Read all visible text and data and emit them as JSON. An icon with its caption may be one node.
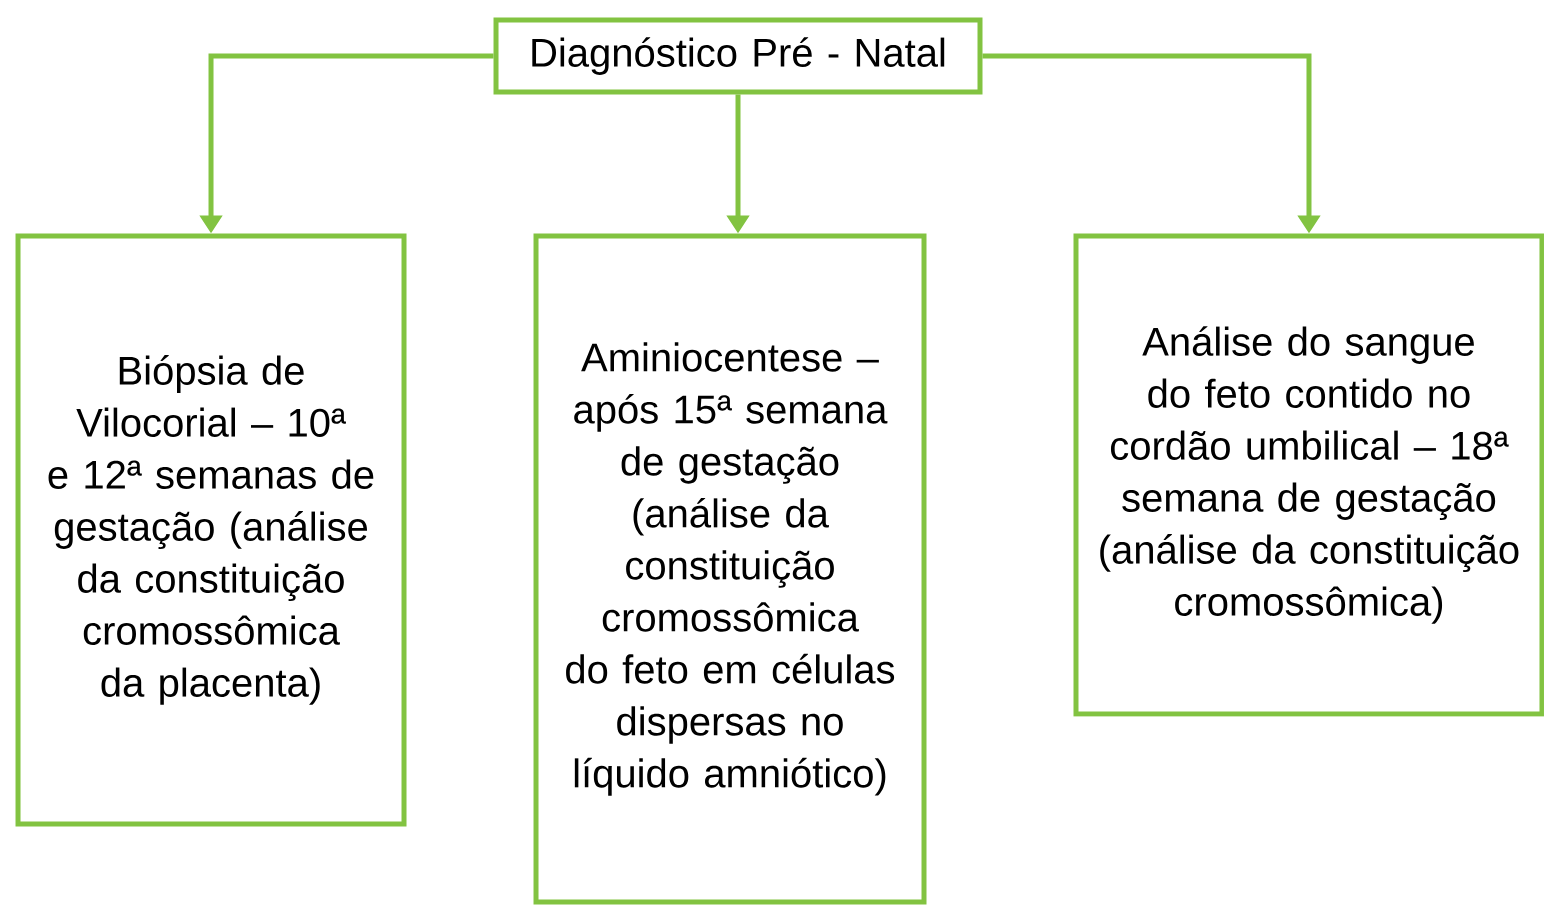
{
  "diagram": {
    "nodes": [
      {
        "text": [
          "Diagnóstico Pré - Natal"
        ]
      },
      {
        "text": [
          "Biópsia de Vilocorial – 10ª e 12ª semanas de gestação (análise da constituição cromossômica da placenta)"
        ]
      },
      {
        "text": [
          "Aminiocentese – após 15ª semana de gestação (análise da constituição cromossômica do feto em células dispersas no líquido amniótico)"
        ]
      },
      {
        "text": [
          "Análise do sangue do feto contido no cordão umbilical – 18ª semana de gestação (análise da constituição cromossômica)"
        ]
      }
    ],
    "edges": [
      {
        "from": 0,
        "to": 1,
        "arrow": "to"
      },
      {
        "from": 0,
        "to": 2,
        "arrow": "to"
      },
      {
        "from": 0,
        "to": 3,
        "arrow": "to"
      }
    ]
  }
}
